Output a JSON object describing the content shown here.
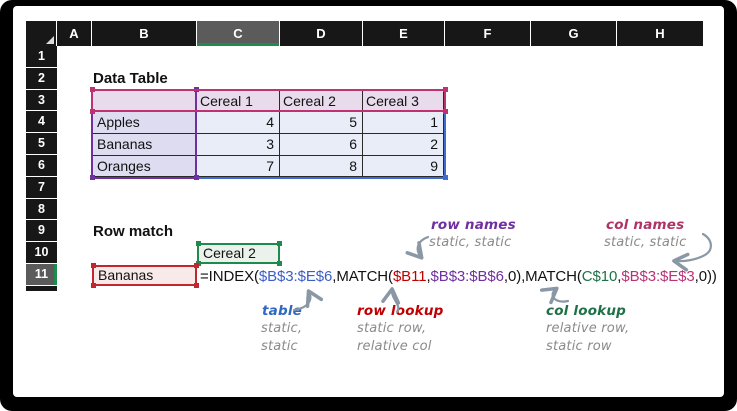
{
  "grid": {
    "columns": [
      "A",
      "B",
      "C",
      "D",
      "E",
      "F",
      "G",
      "H"
    ],
    "rows": [
      "1",
      "2",
      "3",
      "4",
      "5",
      "6",
      "7",
      "8",
      "9",
      "10",
      "11"
    ],
    "active_column": "C",
    "active_row": "11"
  },
  "data_table": {
    "title": "Data Table",
    "headers": [
      "Cereal 1",
      "Cereal 2",
      "Cereal 3"
    ],
    "rows": [
      [
        "Apples",
        "4",
        "5",
        "1"
      ],
      [
        "Bananas",
        "3",
        "6",
        "2"
      ],
      [
        "Oranges",
        "7",
        "8",
        "9"
      ]
    ]
  },
  "row_match": {
    "title": "Row match",
    "criteria_cell": "Cereal 2",
    "lookup_cell": "Bananas"
  },
  "formula": {
    "full": "=INDEX($B$3:$E$6,MATCH($B11,$B$3:$B$6,0),MATCH(C$10,$B$3:$E$3,0))",
    "parts": [
      {
        "text": "=INDEX(",
        "color": "#111111"
      },
      {
        "text": "$B$3:$E$6",
        "color": "#3B5FC6"
      },
      {
        "text": ",MATCH(",
        "color": "#111111"
      },
      {
        "text": "$B11",
        "color": "#C00000"
      },
      {
        "text": ",",
        "color": "#111111"
      },
      {
        "text": "$B$3:$B$6",
        "color": "#7030A0"
      },
      {
        "text": ",0),MATCH(",
        "color": "#111111"
      },
      {
        "text": "C$10",
        "color": "#1E7145"
      },
      {
        "text": ",",
        "color": "#111111"
      },
      {
        "text": "$B$3:$E$3",
        "color": "#B93377"
      },
      {
        "text": ",0))",
        "color": "#111111"
      }
    ]
  },
  "annotations": {
    "row_names": {
      "title": "row names",
      "sub": "static, static",
      "color": "#7030A0"
    },
    "col_names": {
      "title": "col names",
      "sub": "static, static",
      "color": "#B03366"
    },
    "table": {
      "title": "table",
      "sub1": "static,",
      "sub2": "static",
      "color": "#2E68C0"
    },
    "row_lookup": {
      "title": "row lookup",
      "sub1": "static row,",
      "sub2": "relative col",
      "color": "#C00000"
    },
    "col_lookup": {
      "title": "col lookup",
      "sub1": "relative row,",
      "sub2": "static row",
      "color": "#1E7145"
    }
  },
  "colors": {
    "range_table_border": "#3E6BD0",
    "range_rownames_border": "#7030A0",
    "range_colnames_border": "#BE3272",
    "row_lookup_cell_border": "#C2262E",
    "col_lookup_cell_border": "#1E8A4D",
    "selected_header_accent": "#1E8C4D",
    "muted_text": "#8a8a8a",
    "arrow": "#8A98A6"
  }
}
